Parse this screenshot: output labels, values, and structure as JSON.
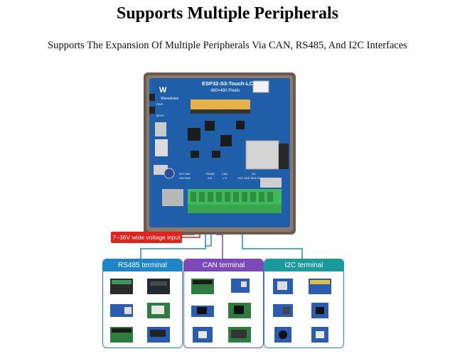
{
  "header": {
    "title": "Supports Multiple Peripherals",
    "subtitle": "Supports The Expansion Of Multiple Peripherals Via CAN, RS485, And I2C Interfaces"
  },
  "board": {
    "brand": "Waveshare",
    "model": "ESP32-S3-Touch-LCD-4",
    "resolution": "480×480 Pixels",
    "pwr_label": "PWR",
    "boot_label": "BOOT",
    "pin_headers": {
      "group1": "DC7-36V",
      "group1_pins": "VIN GND",
      "group2": "RS485",
      "group2_pins": "A B",
      "group3": "CAN",
      "group3_pins": "L H",
      "group4": "I2C",
      "group4_pins": "VCC GND SDA SCL"
    }
  },
  "voltage_label": "7~36V wide voltage input",
  "panels": [
    {
      "label": "RS485 terminal",
      "color": "#1e86c8"
    },
    {
      "label": "CAN terminal",
      "color": "#7b4ab8"
    },
    {
      "label": "I2C terminal",
      "color": "#1a9a9a"
    }
  ]
}
